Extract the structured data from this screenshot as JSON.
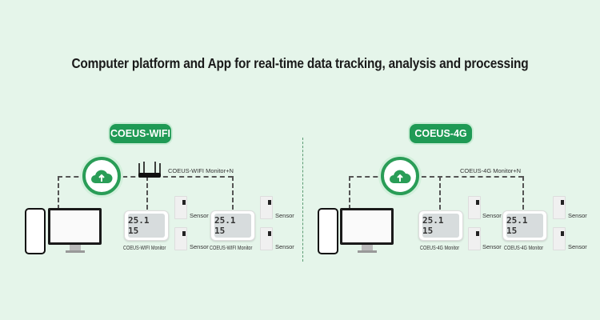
{
  "title": "Computer platform and App for real-time data tracking, analysis and processing",
  "colors": {
    "background": "#e5f5ea",
    "accent": "#1f9a55"
  },
  "panels": [
    {
      "badge": "COEUS-WIFI",
      "network_label": "COEUS-WIFI Monitor+N",
      "monitor_label": "COEUS-WIFI Monitor",
      "sensor_label": "Sensor",
      "lcd": "25.1 15"
    },
    {
      "badge": "COEUS-4G",
      "network_label": "COEUS-4G Monitor+N",
      "monitor_label": "COEUS-4G Monitor",
      "sensor_label": "Sensor",
      "lcd": "25.1 15"
    }
  ]
}
